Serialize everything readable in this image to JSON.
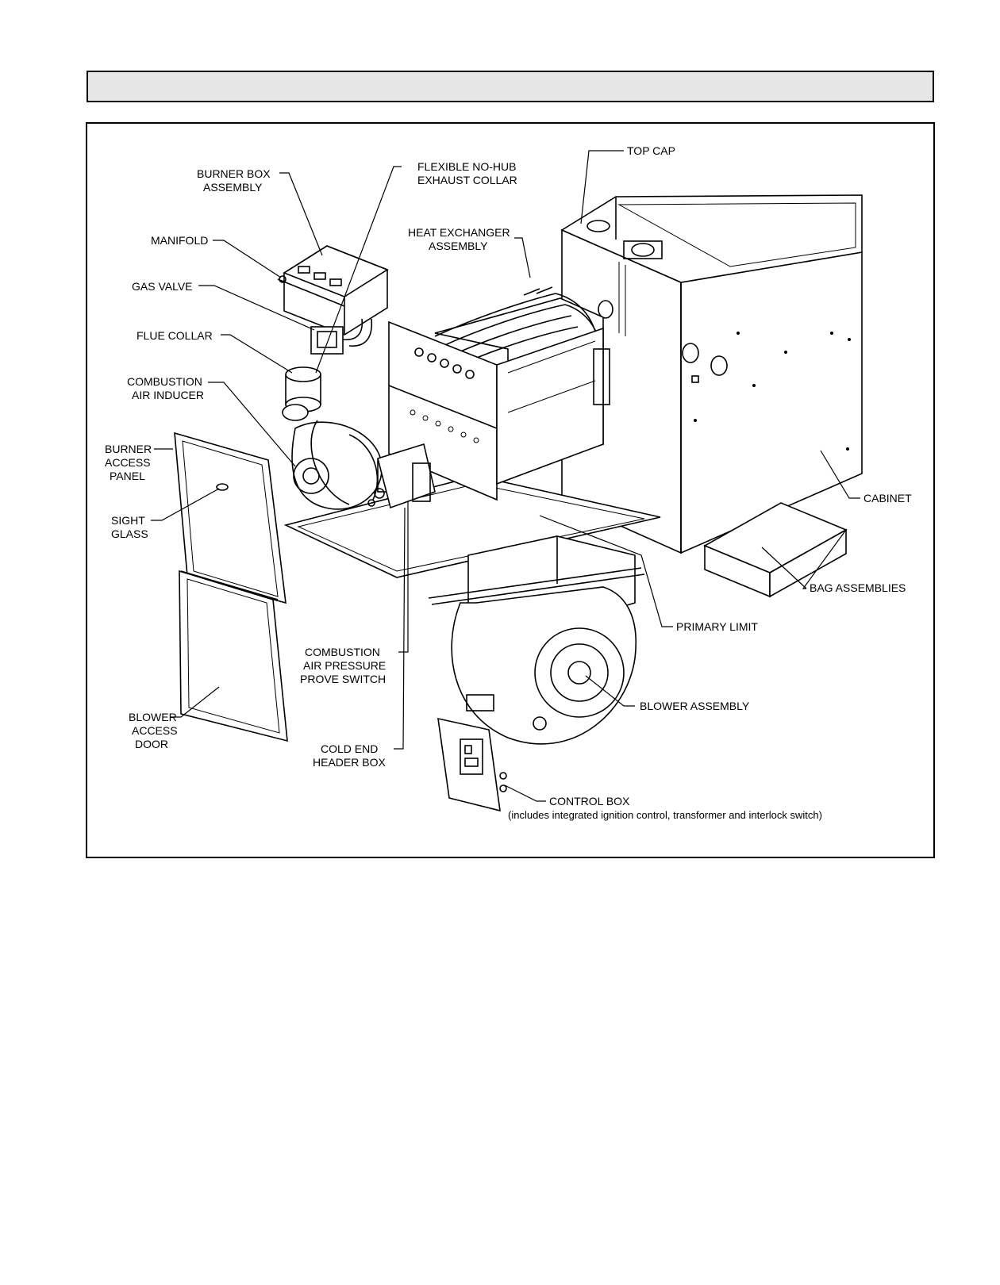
{
  "header": {
    "title": ""
  },
  "labels": {
    "burner_box_assembly": [
      "BURNER BOX",
      "ASSEMBLY"
    ],
    "flexible_exhaust_collar": [
      "FLEXIBLE NO-HUB",
      "EXHAUST COLLAR"
    ],
    "top_cap": "TOP CAP",
    "heat_exchanger_assembly": [
      "HEAT EXCHANGER",
      "ASSEMBLY"
    ],
    "manifold": "MANIFOLD",
    "gas_valve": "GAS VALVE",
    "flue_collar": "FLUE COLLAR",
    "combustion_air_inducer": [
      "COMBUSTION",
      "AIR INDUCER"
    ],
    "burner_access_panel": [
      "BURNER",
      "ACCESS",
      "PANEL"
    ],
    "sight_glass": [
      "SIGHT",
      "GLASS"
    ],
    "cabinet": "CABINET",
    "bag_assemblies": "BAG ASSEMBLIES",
    "primary_limit": "PRIMARY LIMIT",
    "combustion_air_pressure_prove_switch": [
      "COMBUSTION",
      "AIR PRESSURE",
      "PROVE SWITCH"
    ],
    "blower_assembly": "BLOWER ASSEMBLY",
    "blower_access_door": [
      "BLOWER",
      "ACCESS",
      "DOOR"
    ],
    "cold_end_header_box": [
      "COLD END",
      "HEADER BOX"
    ],
    "control_box": [
      "CONTROL BOX",
      "(includes integrated ignition control, transformer and interlock switch)"
    ]
  }
}
